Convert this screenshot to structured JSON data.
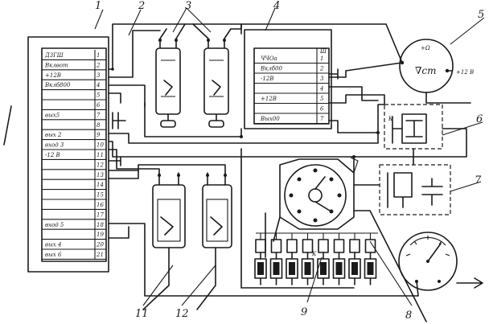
{
  "callouts": {
    "c1": "1",
    "c2": "2",
    "c3": "3",
    "c4": "4",
    "c5": "5",
    "c6": "6",
    "c7": "7",
    "c8": "8",
    "c9": "9",
    "c11": "11",
    "c12": "12"
  },
  "block1": {
    "rows": [
      "Д3ГШ",
      "Вклвот",
      "+12В",
      "Вклб800",
      "",
      "",
      "вых5",
      "",
      "вых 2",
      "вход 3",
      "-12 В",
      "",
      "",
      "",
      "",
      "",
      "",
      "вход 5",
      "",
      "вых 4",
      "вых 6"
    ],
    "pins": [
      "1",
      "2",
      "3",
      "4",
      "5",
      "6",
      "7",
      "8",
      "9",
      "10",
      "11",
      "12",
      "13",
      "14",
      "15",
      "16",
      "17",
      "18",
      "19",
      "20",
      "21"
    ]
  },
  "block4": {
    "rows": [
      "ЧЧОа",
      "Вклб00",
      "-12В",
      "",
      "+12В",
      "",
      "Вых00"
    ],
    "pins": [
      "1",
      "2",
      "3",
      "4",
      "5",
      "6",
      "7"
    ],
    "header_pin": "Ш"
  },
  "gauge5": {
    "top_label": "+Ω",
    "symbol": "∇ст",
    "right_label": "+12 В"
  },
  "misc": {
    "marker": "К",
    "switch_label": "К"
  }
}
